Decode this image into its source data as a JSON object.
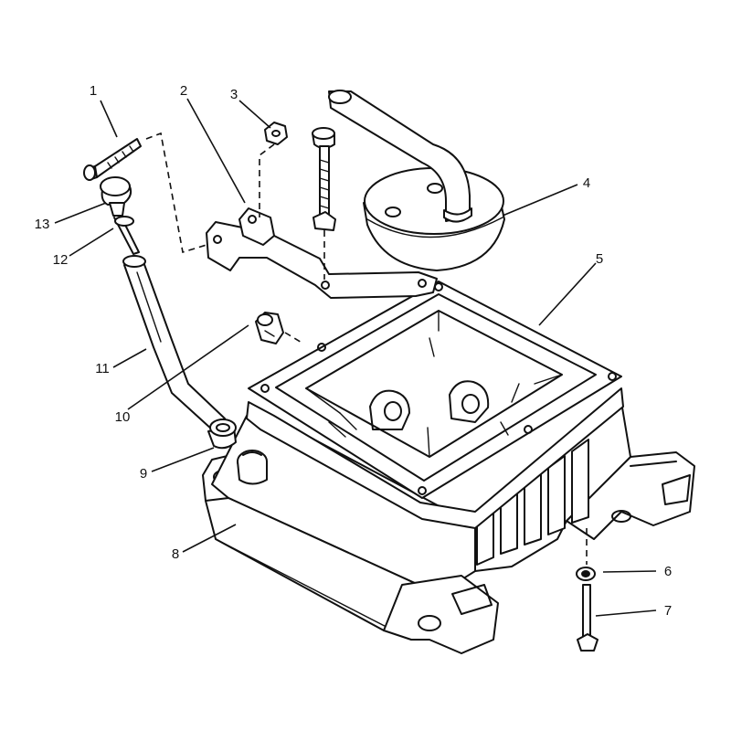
{
  "callouts": [
    {
      "num": "1"
    },
    {
      "num": "2"
    },
    {
      "num": "3"
    },
    {
      "num": "4"
    },
    {
      "num": "5"
    },
    {
      "num": "6"
    },
    {
      "num": "7"
    },
    {
      "num": "8"
    },
    {
      "num": "9"
    },
    {
      "num": "10"
    },
    {
      "num": "11"
    },
    {
      "num": "12"
    },
    {
      "num": "13"
    }
  ]
}
